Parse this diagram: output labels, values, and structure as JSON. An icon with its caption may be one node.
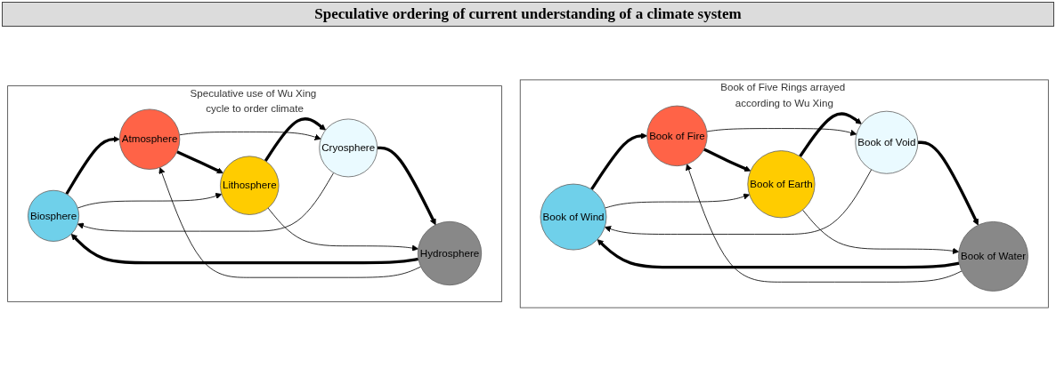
{
  "diagram": {
    "title": "Speculative ordering of current understanding of a climate system",
    "nodes": [
      {
        "text": [
          "Speculative use of Wu Xing cycle to order climate"
        ]
      },
      {
        "text": [
          "Biosphere"
        ],
        "in": 0
      },
      {
        "text": [
          "Atmosphere"
        ],
        "in": 0
      },
      {
        "text": [
          "Lithosphere"
        ],
        "in": 0
      },
      {
        "text": [
          "Cryosphere"
        ],
        "in": 0
      },
      {
        "text": [
          "Hydrosphere"
        ],
        "in": 0
      },
      {
        "text": [
          "Book of Five Rings arrayed according to Wu Xing"
        ]
      },
      {
        "text": [
          "Book of Wind"
        ],
        "in": 6
      },
      {
        "text": [
          "Book of Fire"
        ],
        "in": 6
      },
      {
        "text": [
          "Book of Earth"
        ],
        "in": 6
      },
      {
        "text": [
          "Book of Void"
        ],
        "in": 6
      },
      {
        "text": [
          "Book of Water"
        ],
        "in": 6
      }
    ],
    "edges": [
      {
        "from": 1,
        "to": 2,
        "arrow": "to",
        "style": "thick"
      },
      {
        "from": 2,
        "to": 3,
        "arrow": "to",
        "style": "thick"
      },
      {
        "from": 3,
        "to": 4,
        "arrow": "to",
        "style": "thick"
      },
      {
        "from": 4,
        "to": 5,
        "arrow": "to",
        "style": "thick"
      },
      {
        "from": 5,
        "to": 1,
        "arrow": "to",
        "style": "thick"
      },
      {
        "from": 5,
        "to": 2,
        "arrow": "to"
      },
      {
        "from": 2,
        "to": 4,
        "arrow": "to"
      },
      {
        "from": 4,
        "to": 1,
        "arrow": "to"
      },
      {
        "from": 1,
        "to": 3,
        "arrow": "to"
      },
      {
        "from": 3,
        "to": 5,
        "arrow": "to"
      },
      {
        "from": 7,
        "to": 8,
        "arrow": "to",
        "style": "thick"
      },
      {
        "from": 8,
        "to": 9,
        "arrow": "to",
        "style": "thick"
      },
      {
        "from": 9,
        "to": 10,
        "arrow": "to",
        "style": "thick"
      },
      {
        "from": 10,
        "to": 11,
        "arrow": "to",
        "style": "thick"
      },
      {
        "from": 11,
        "to": 7,
        "arrow": "to",
        "style": "thick"
      },
      {
        "from": 11,
        "to": 8,
        "arrow": "to"
      },
      {
        "from": 8,
        "to": 10,
        "arrow": "to"
      },
      {
        "from": 10,
        "to": 7,
        "arrow": "to"
      },
      {
        "from": 7,
        "to": 9,
        "arrow": "to"
      },
      {
        "from": 9,
        "to": 11,
        "arrow": "to"
      }
    ]
  }
}
